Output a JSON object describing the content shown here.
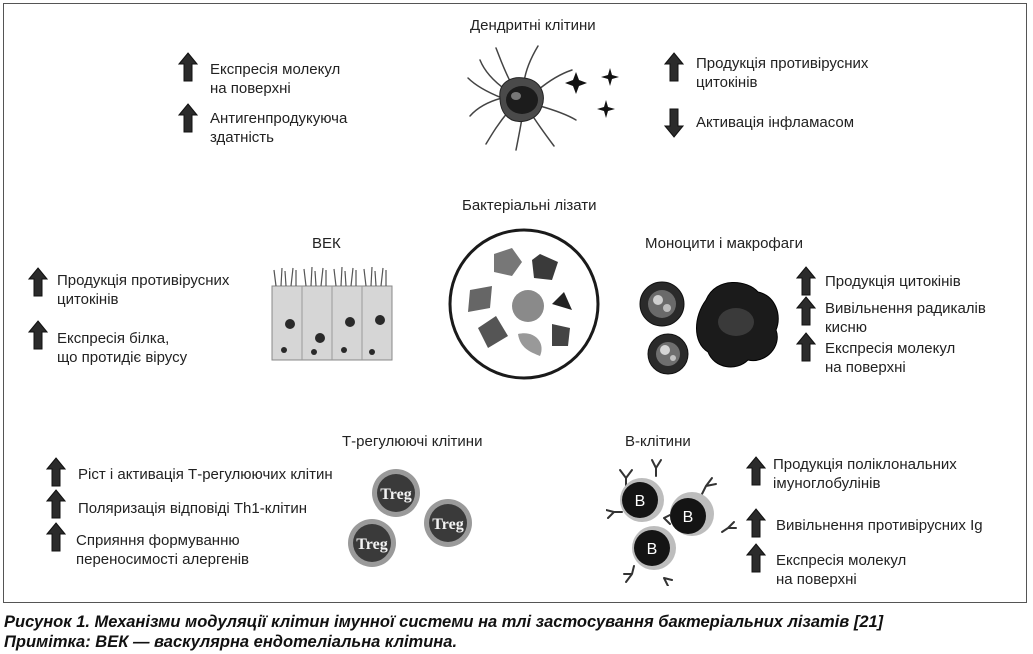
{
  "figure": {
    "headings": {
      "dendritic": "Дендритні клітини",
      "lysates": "Бактеріальні лізати",
      "vek": "ВЕК",
      "monocytes": "Моноцити і макрофаги",
      "treg_cells": "Т-регулюючі клітини",
      "b_cells": "В-клітини"
    },
    "dendritic_left": [
      {
        "dir": "up",
        "lines": [
          "Експресія молекул",
          "на поверхні"
        ]
      },
      {
        "dir": "up",
        "lines": [
          "Антигенпродукуюча",
          "здатність"
        ]
      }
    ],
    "dendritic_right": [
      {
        "dir": "up",
        "lines": [
          "Продукція противірусних",
          "цитокінів"
        ]
      },
      {
        "dir": "down",
        "lines": [
          "Активація інфламасом"
        ]
      }
    ],
    "vek_items": [
      {
        "dir": "up",
        "lines": [
          "Продукція противірусних",
          "цитокінів"
        ]
      },
      {
        "dir": "up",
        "lines": [
          "Експресія білка,",
          "що протидіє вірусу"
        ]
      }
    ],
    "monocyte_items": [
      {
        "dir": "up",
        "lines": [
          "Продукція цитокінів"
        ]
      },
      {
        "dir": "up",
        "lines": [
          "Вивільнення радикалів",
          "кисню"
        ]
      },
      {
        "dir": "up",
        "lines": [
          "Експресія молекул",
          "на поверхні"
        ]
      }
    ],
    "treg_items": [
      {
        "dir": "up",
        "lines": [
          "Ріст і активація Т-регулюючих клітин"
        ]
      },
      {
        "dir": "up",
        "lines": [
          "Поляризація відповіді Th1-клітин"
        ]
      },
      {
        "dir": "up",
        "lines": [
          "Сприяння формуванню",
          "переносимості алергенів"
        ]
      }
    ],
    "b_items": [
      {
        "dir": "up",
        "lines": [
          "Продукція поліклональних",
          "імуноглобулінів"
        ]
      },
      {
        "dir": "up",
        "lines": [
          "Вивільнення противірусних Ig"
        ]
      },
      {
        "dir": "up",
        "lines": [
          "Експресія молекул",
          "на поверхні"
        ]
      }
    ],
    "cell_labels": {
      "treg": "Treg",
      "b": "B"
    }
  },
  "caption": {
    "line1": "Рисунок 1. Механізми модуляції клітин імунної системи на тлі застосування бактеріальних лізатів [21]",
    "line2": "Примітка: ВЕК — васкулярна ендотеліальна клітина."
  }
}
